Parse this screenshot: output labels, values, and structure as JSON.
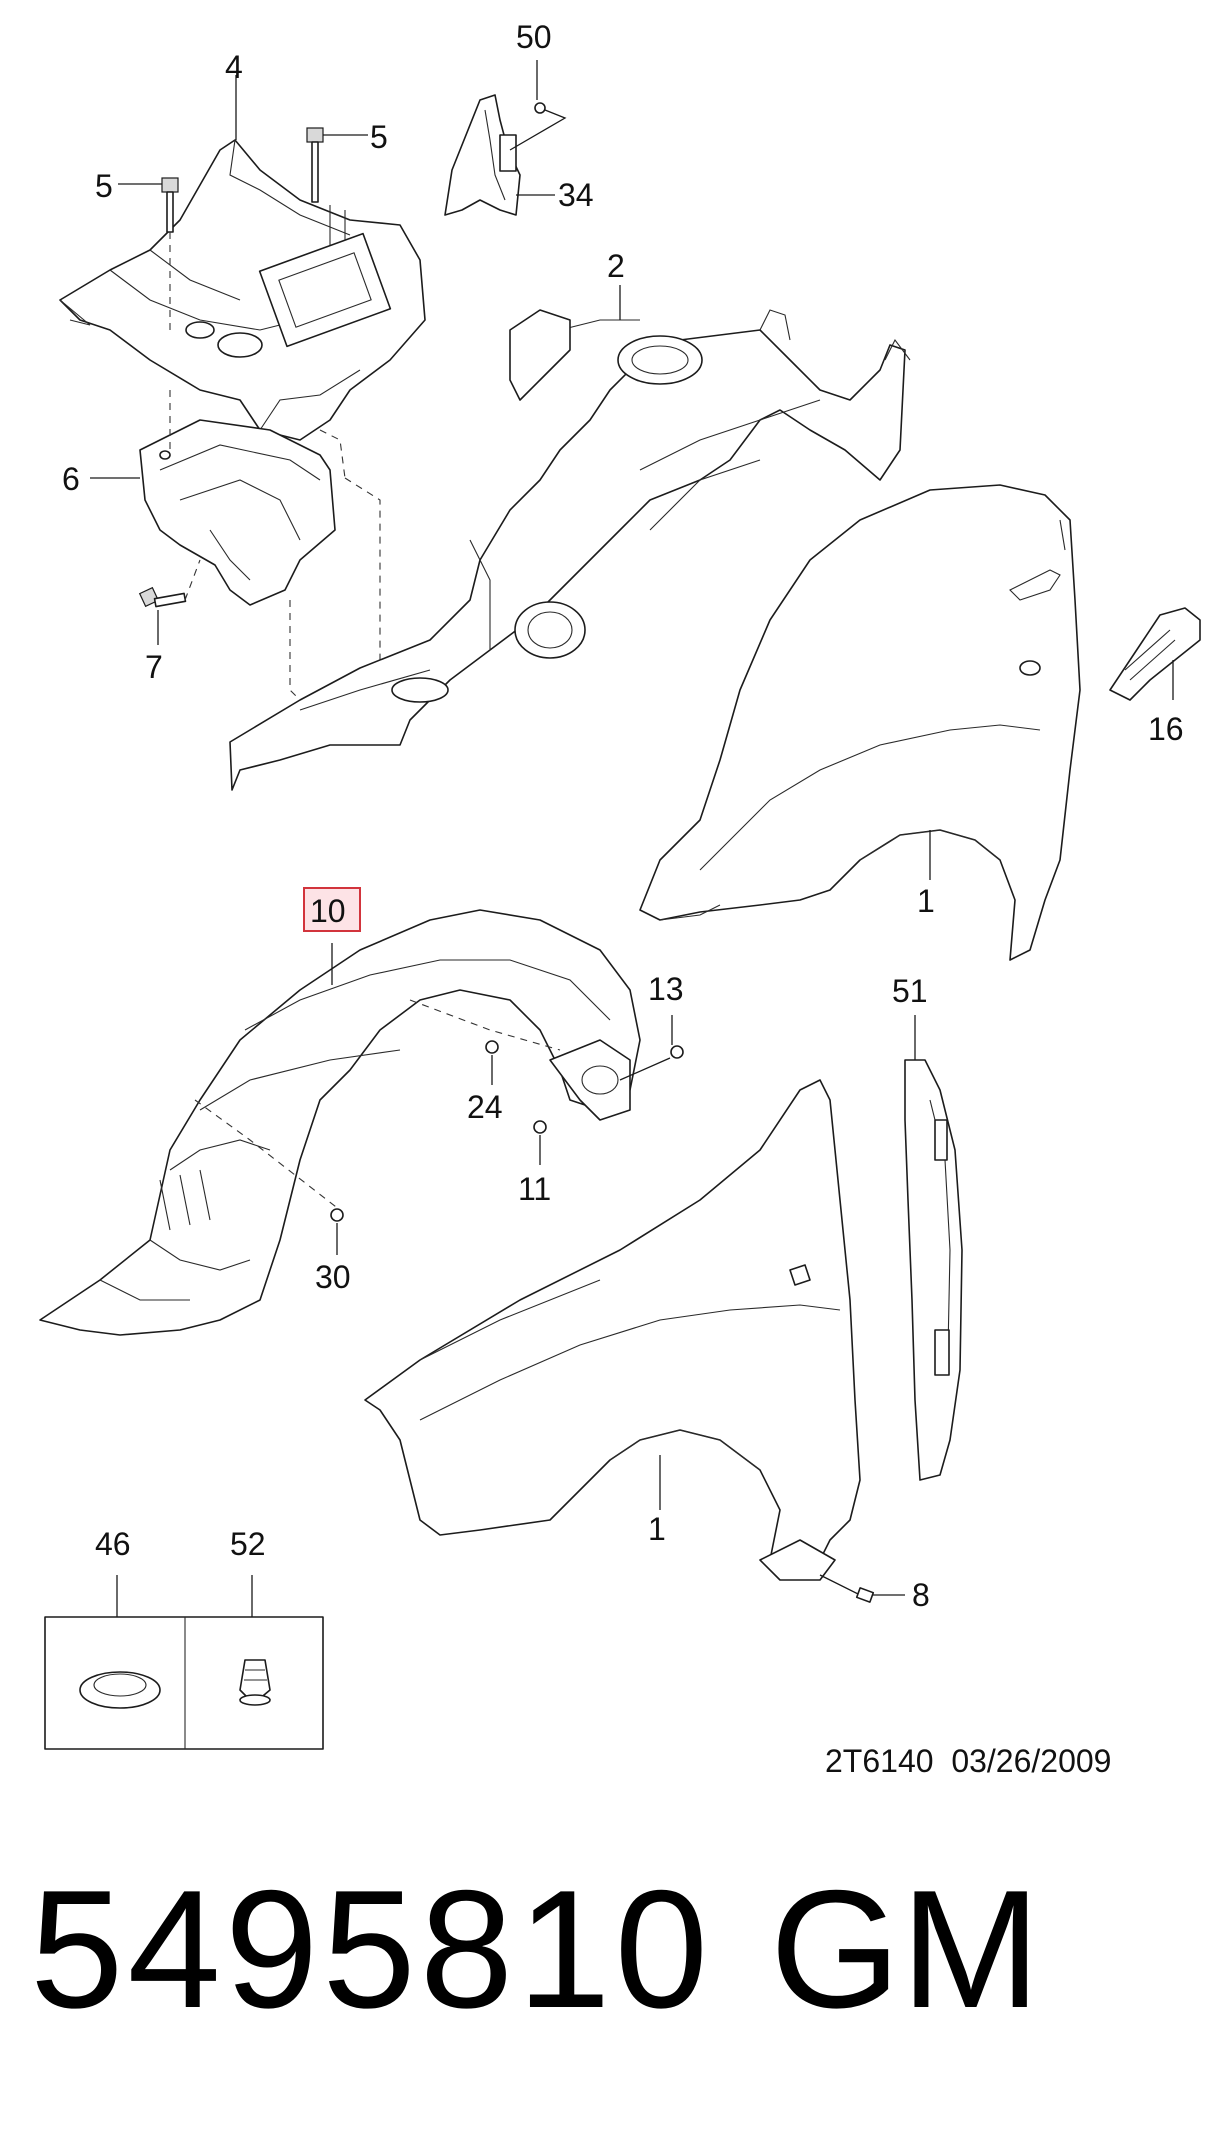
{
  "callouts": {
    "c50": "50",
    "c4": "4",
    "c5a": "5",
    "c5b": "5",
    "c34": "34",
    "c2": "2",
    "c6": "6",
    "c7": "7",
    "c16": "16",
    "c1a": "1",
    "c10": "10",
    "c13": "13",
    "c51": "51",
    "c24": "24",
    "c11": "11",
    "c30": "30",
    "c1b": "1",
    "c46": "46",
    "c52": "52",
    "c8": "8"
  },
  "highlighted_callout": "10",
  "highlight_color": "#d2343c",
  "footer": {
    "drawing_code": "2T6140  03/26/2009",
    "part_number": "5495810",
    "brand": "GM"
  }
}
